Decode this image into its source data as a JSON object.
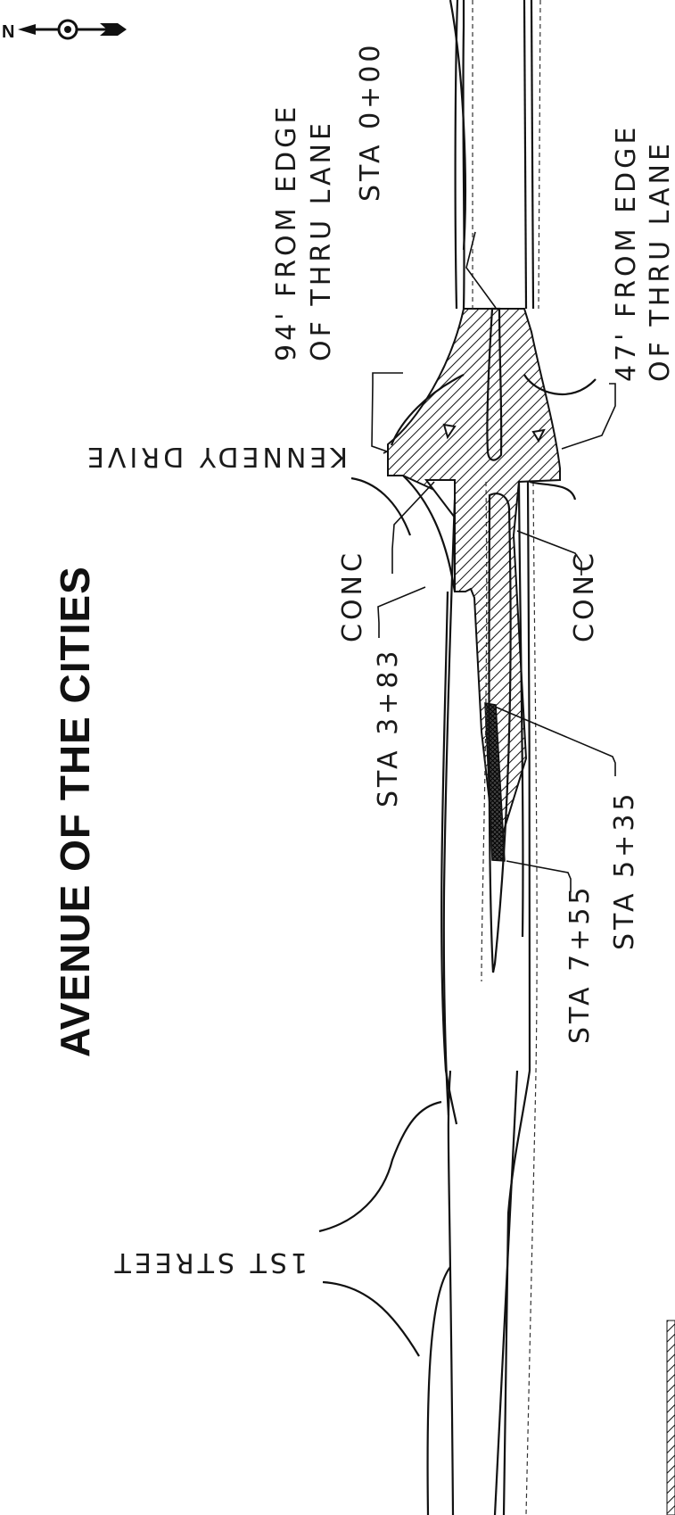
{
  "title": "AVENUE OF THE CITIES",
  "north_arrow": {
    "letter": "N",
    "icon": "north-arrow-icon"
  },
  "streets": {
    "kennedy": "KENNEDY DRIVE",
    "first": "1ST STREET"
  },
  "labels": {
    "from_edge_94_line1": "94' FROM EDGE",
    "from_edge_94_line2": "OF THRU LANE",
    "sta_000": "STA 0+00",
    "from_edge_47_line1": "47' FROM EDGE",
    "from_edge_47_line2": "OF THRU LANE",
    "conc_left": "CONC",
    "conc_right": "CONC",
    "sta_383": "STA 3+83",
    "sta_535": "STA 5+35",
    "sta_755": "STA 7+55"
  },
  "colors": {
    "ink": "#111111",
    "paper": "#ffffff"
  }
}
